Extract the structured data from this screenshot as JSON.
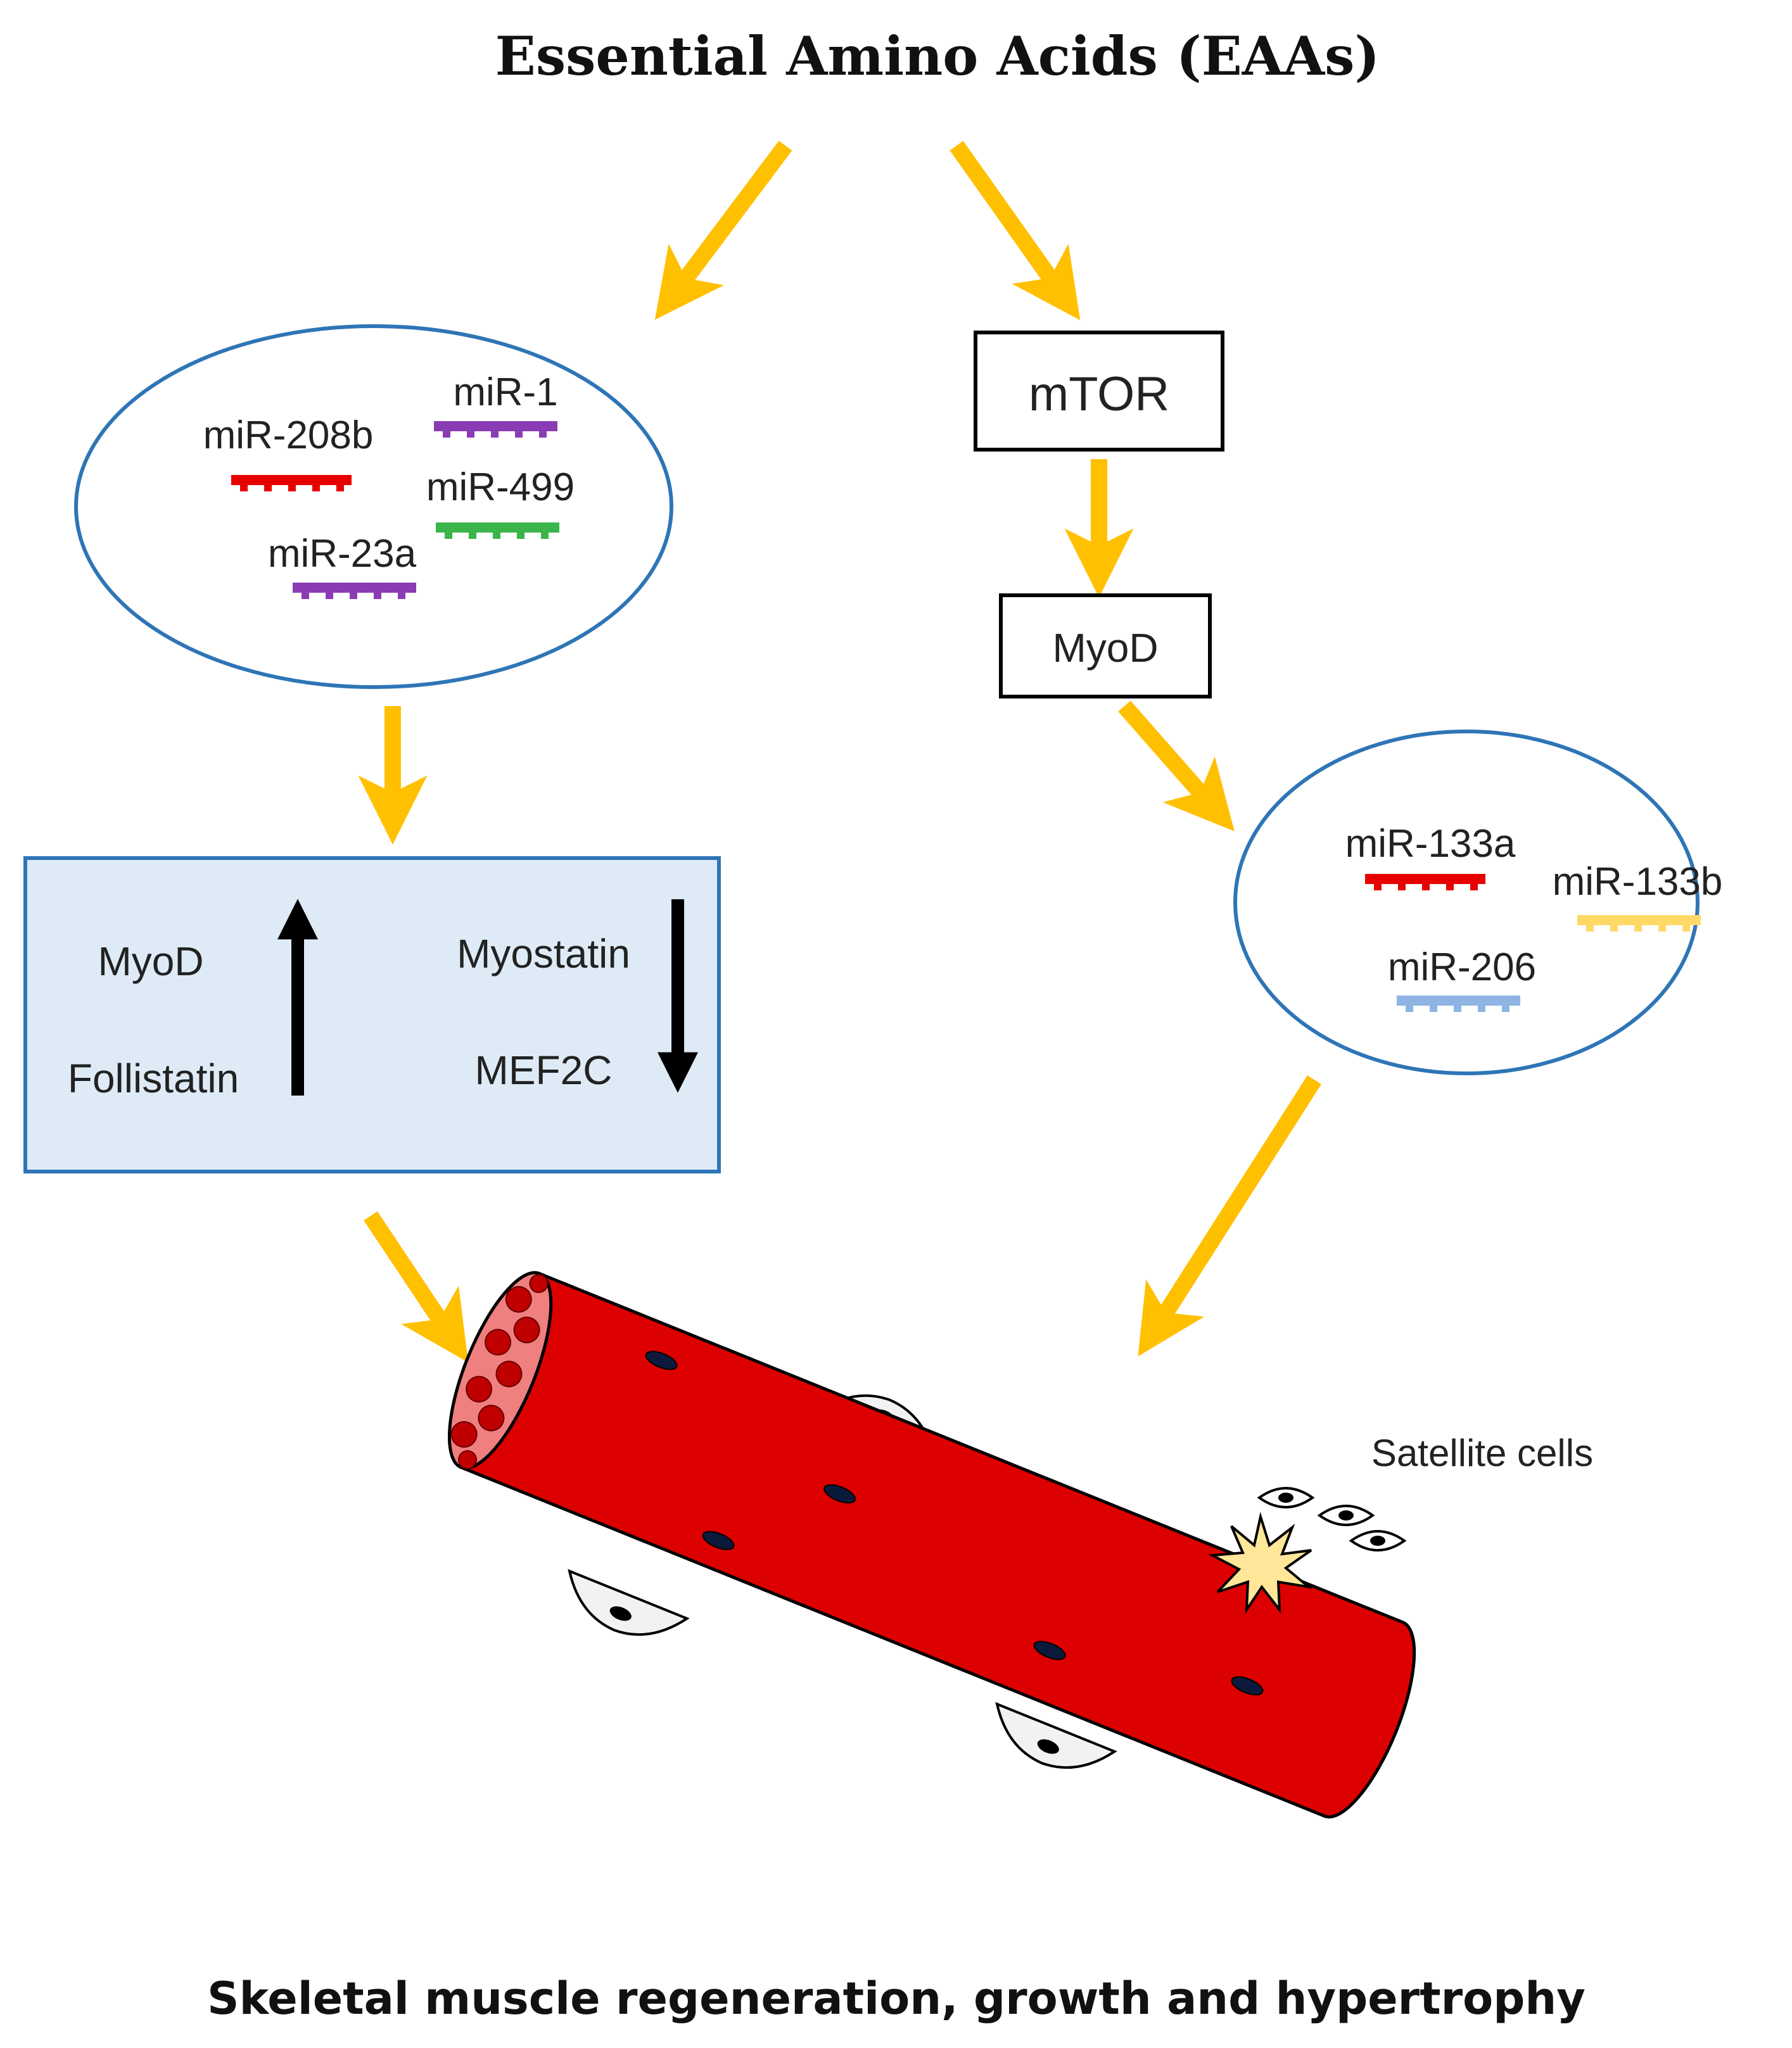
{
  "title": "Essential Amino Acids (EAAs)",
  "footer": "Skeletal muscle regeneration, growth and hypertrophy",
  "left_cluster": {
    "mirnas": [
      {
        "label": "miR-208b",
        "color": "#e80000"
      },
      {
        "label": "miR-1",
        "color": "#8a3cb5"
      },
      {
        "label": "miR-499",
        "color": "#3ab54a"
      },
      {
        "label": "miR-23a",
        "color": "#8a3cb5"
      }
    ]
  },
  "effects_box": {
    "up_items": [
      "MyoD",
      "Follistatin"
    ],
    "down_items": [
      "Myostatin",
      "MEF2C"
    ]
  },
  "pathway": {
    "mtor": "mTOR",
    "myod": "MyoD"
  },
  "right_cluster": {
    "mirnas": [
      {
        "label": "miR-133a",
        "color": "#e80000"
      },
      {
        "label": "miR-133b",
        "color": "#ffd966"
      },
      {
        "label": "miR-206",
        "color": "#8eb4e3"
      }
    ]
  },
  "muscle": {
    "satellite_label": "Satellite cells"
  },
  "colors": {
    "arrow": "#ffc000",
    "ellipse_stroke": "#2e75b6",
    "box_fill": "#deebf7",
    "muscle": "#dd0000",
    "muscle_end": "#f08080"
  }
}
